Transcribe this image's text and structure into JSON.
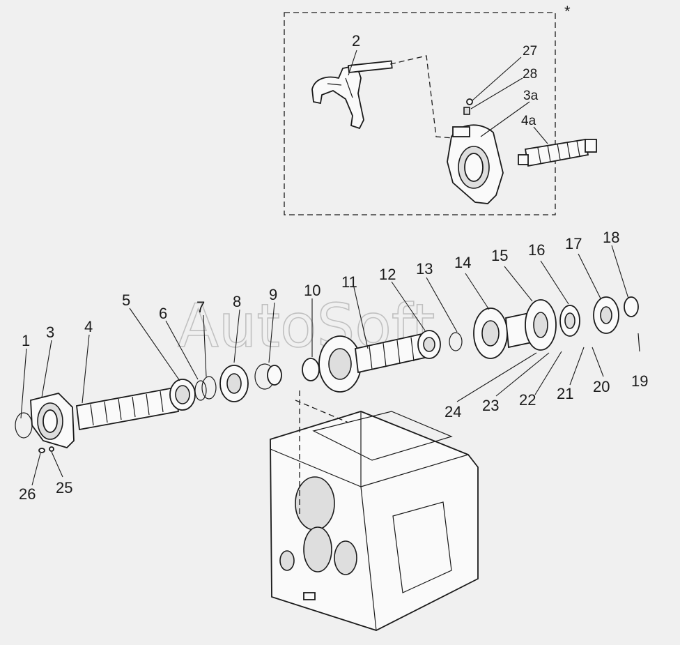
{
  "watermark": "AutoSoft",
  "inset_marker": "*",
  "callouts": {
    "c1": "1",
    "c2": "2",
    "c3": "3",
    "c3a": "3a",
    "c4": "4",
    "c4a": "4a",
    "c5": "5",
    "c6": "6",
    "c7": "7",
    "c8": "8",
    "c9": "9",
    "c10": "10",
    "c11": "11",
    "c12": "12",
    "c13": "13",
    "c14": "14",
    "c15": "15",
    "c16": "16",
    "c17": "17",
    "c18": "18",
    "c19": "19",
    "c20": "20",
    "c21": "21",
    "c22": "22",
    "c23": "23",
    "c24": "24",
    "c25": "25",
    "c26": "26",
    "c27": "27",
    "c28": "28"
  }
}
